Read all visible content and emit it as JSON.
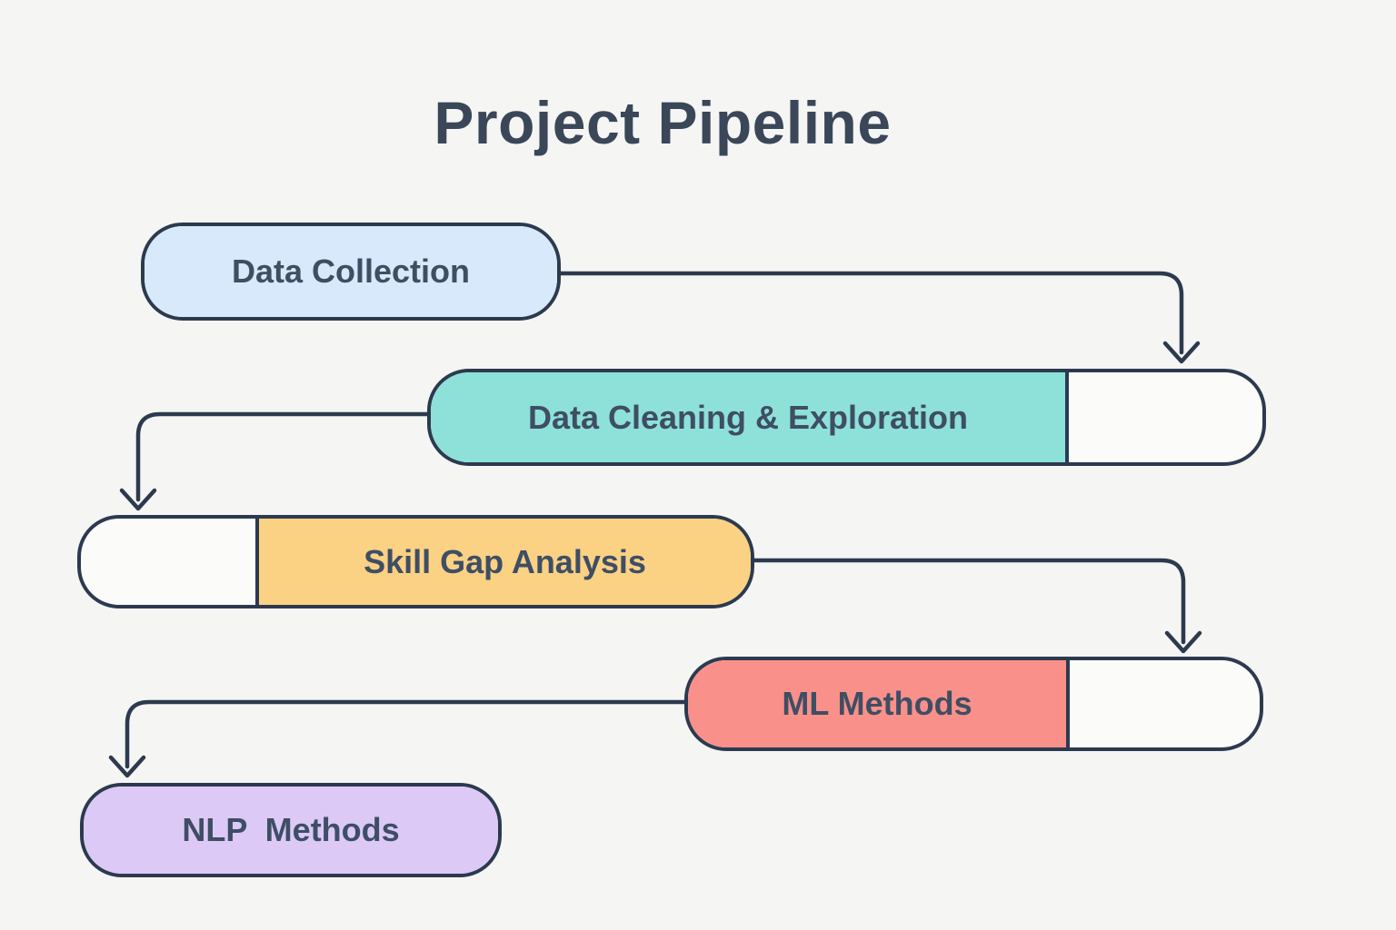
{
  "title": "Project Pipeline",
  "colors": {
    "background": "#f5f5f3",
    "stroke": "#2c3a4f",
    "text": "#3e4e64",
    "title_text": "#3a4759",
    "blank_segment": "#fbfbfa"
  },
  "nodes": [
    {
      "id": "data-collection",
      "label": "Data Collection",
      "fill": "#d8e9fb"
    },
    {
      "id": "data-cleaning-exploration",
      "label": "Data Cleaning & Exploration",
      "fill": "#8ee1d9"
    },
    {
      "id": "skill-gap-analysis",
      "label": "Skill Gap Analysis",
      "fill": "#fbd184"
    },
    {
      "id": "ml-methods",
      "label": "ML Methods",
      "fill": "#f9908a"
    },
    {
      "id": "nlp-methods",
      "label": "NLP  Methods",
      "fill": "#dcc9f6"
    }
  ],
  "edges": [
    {
      "from": "data-collection",
      "to": "data-cleaning-exploration"
    },
    {
      "from": "data-cleaning-exploration",
      "to": "skill-gap-analysis"
    },
    {
      "from": "skill-gap-analysis",
      "to": "ml-methods"
    },
    {
      "from": "ml-methods",
      "to": "nlp-methods"
    }
  ]
}
